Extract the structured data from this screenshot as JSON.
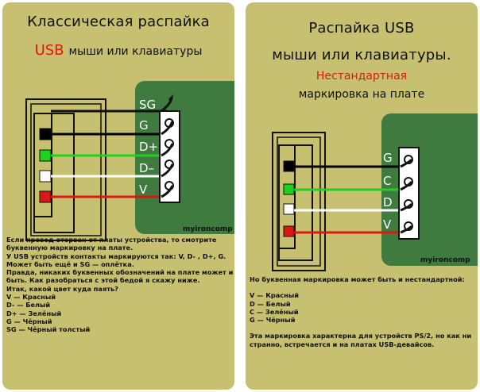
{
  "left": {
    "title": "Классическая распайка",
    "usb": "USB",
    "subtitle": "мыши или клавиатуры",
    "pins": [
      "SG",
      "G",
      "D+",
      "D–",
      "V"
    ],
    "brand": "myironcomp",
    "notes": [
      "Если провод оторван от платы устройства, то смотрите",
      "буквенную маркировку на плате.",
      "У USB устройств контакты маркируются так: V, D- , D+, G.",
      "Может быть ещё и SG — оплётка.",
      "Правда, никаких буквенных обозначений на плате может и не",
      "быть. Как разобраться с этой бедой я скажу ниже.",
      "Итак, какой цвет куда паять?",
      "V — Красный",
      "D- — Белый",
      "D+ — Зелёный",
      "G — Чёрный",
      "SG — Чёрный толстый"
    ]
  },
  "right": {
    "title": "Распайка USB",
    "subtitle": "мыши или клавиатуры.",
    "nonstandard": "Нестандартная",
    "marking": "маркировка на плате",
    "pins": [
      "G",
      "C",
      "D",
      "V"
    ],
    "brand": "myironcomp",
    "notes": [
      "Но буквенная маркировка может быть и нестандартной:",
      "",
      "V — Красный",
      "D — Белый",
      "C — Зелёный",
      "G — Чёрный",
      "",
      "Эта маркировка характерна для устройств PS/2, но как ни",
      "странно, встречается и на платах USB-девайсов."
    ]
  },
  "colors": {
    "card": "#c8c071",
    "board": "#3f7a3f",
    "wire_red": "#d81a14",
    "wire_white": "#ffffff",
    "wire_green": "#1fd11f",
    "wire_black": "#000000"
  }
}
